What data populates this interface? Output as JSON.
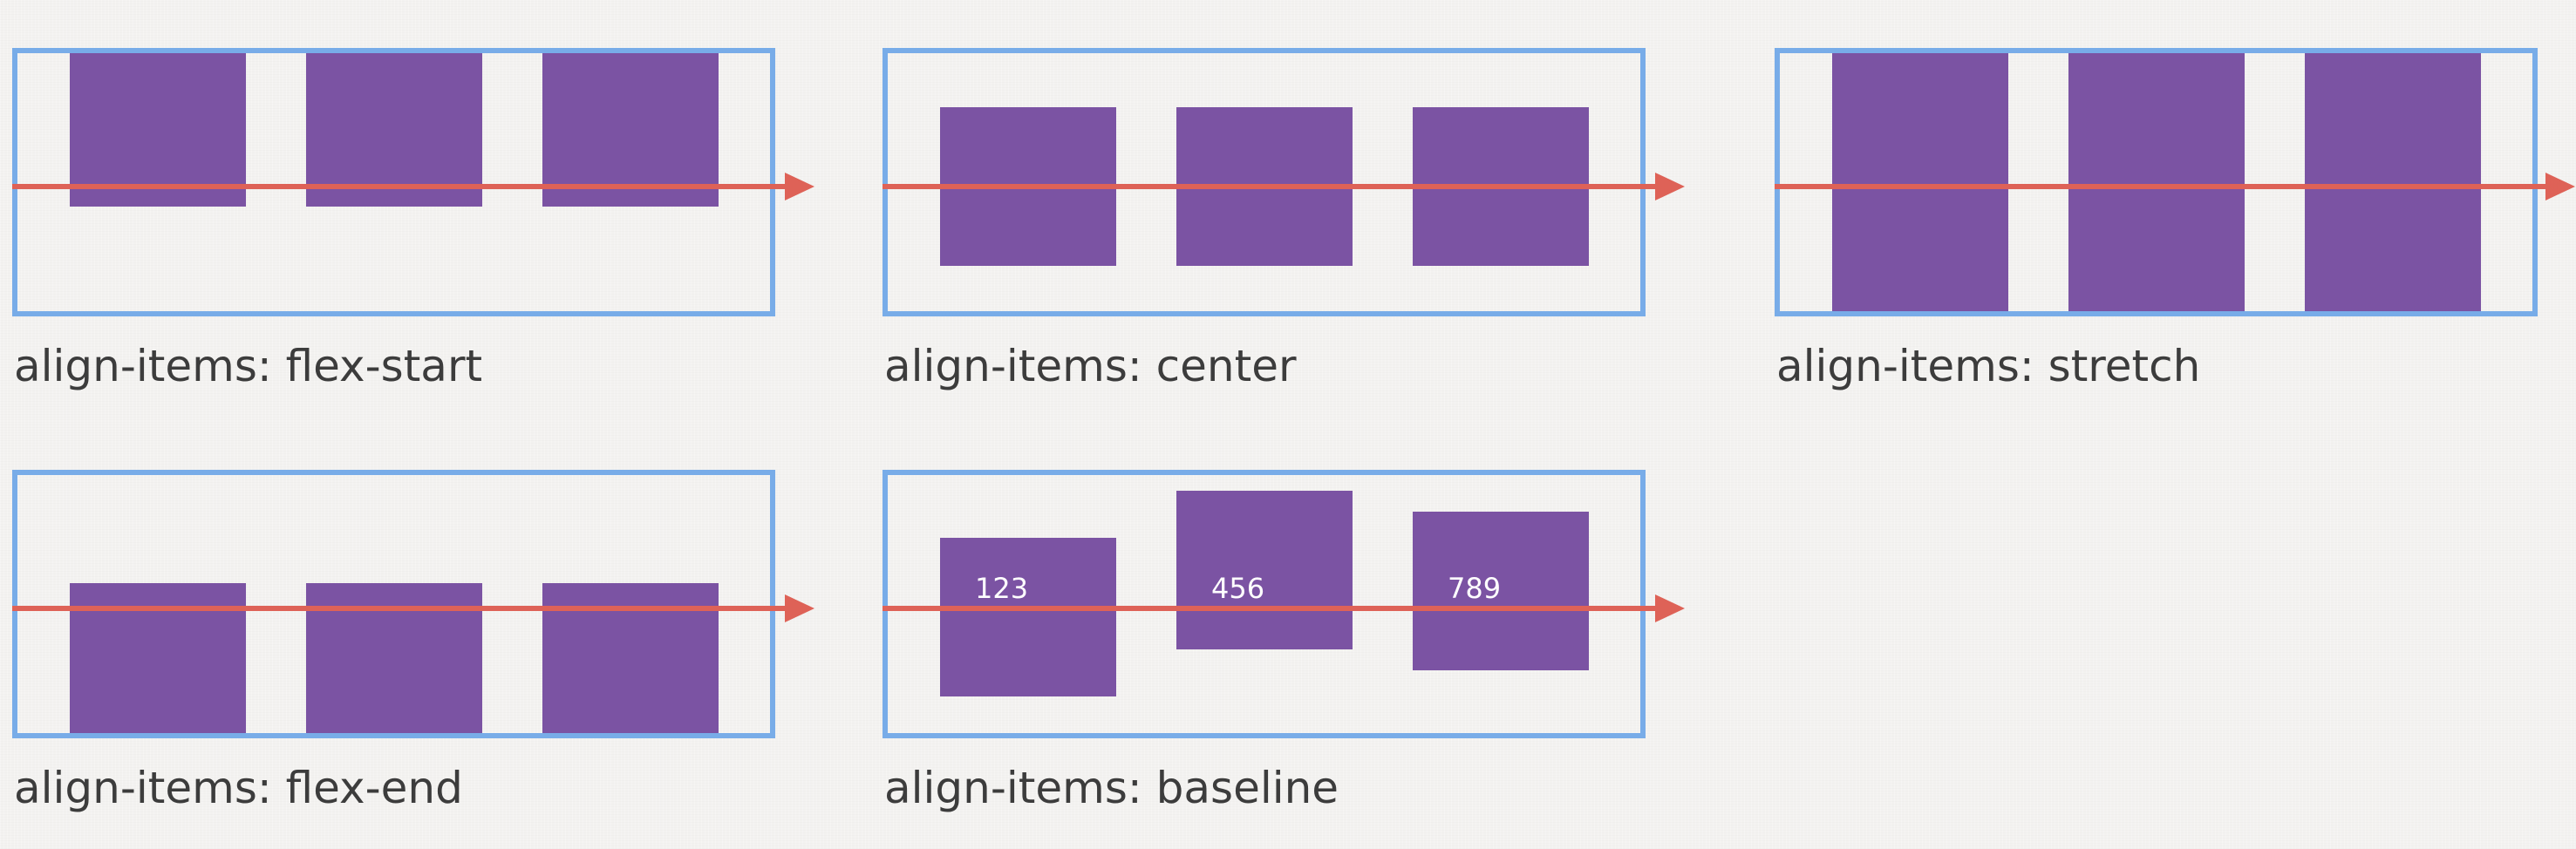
{
  "colors": {
    "container_border": "#78ace8",
    "flex_item": "#7b53a3",
    "axis_arrow": "#de6257",
    "caption_text": "#3c3c3c",
    "background": "#f3f2f0"
  },
  "panels": [
    {
      "caption": "align-items: flex-start",
      "items": [
        "",
        "",
        ""
      ]
    },
    {
      "caption": "align-items: center",
      "items": [
        "",
        "",
        ""
      ]
    },
    {
      "caption": "align-items: stretch",
      "items": [
        "",
        "",
        ""
      ]
    },
    {
      "caption": "align-items: flex-end",
      "items": [
        "",
        "",
        ""
      ]
    },
    {
      "caption": "align-items: baseline",
      "items": [
        "123",
        "456",
        "789"
      ]
    }
  ]
}
